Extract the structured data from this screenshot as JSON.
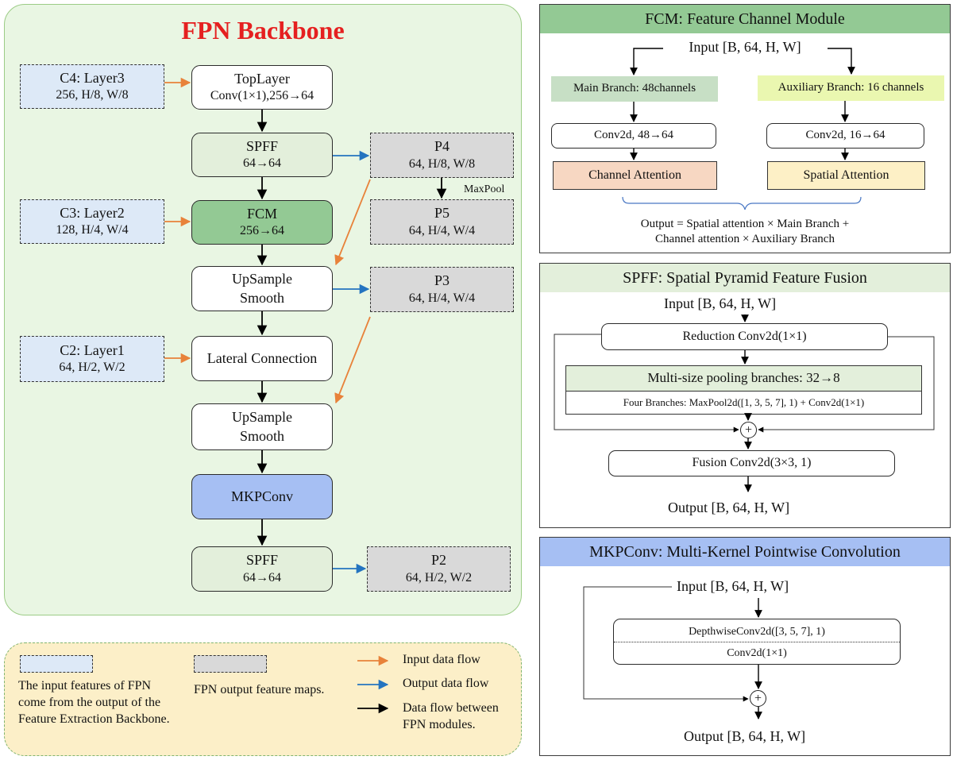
{
  "fpn": {
    "title": "FPN Backbone",
    "c4": {
      "name": "C4: Layer3",
      "dims": "256, H/8, W/8"
    },
    "c3": {
      "name": "C3: Layer2",
      "dims": "128, H/4, W/4"
    },
    "c2": {
      "name": "C2: Layer1",
      "dims": "64, H/2, W/2"
    },
    "toplayer": {
      "name": "TopLayer",
      "detail": "Conv(1×1),256→64"
    },
    "spff1": {
      "name": "SPFF",
      "detail": "64→64"
    },
    "fcm": {
      "name": "FCM",
      "detail": "256→64"
    },
    "up1": {
      "line1": "UpSample",
      "line2": "Smooth"
    },
    "lateral": {
      "name": "Lateral Connection"
    },
    "up2": {
      "line1": "UpSample",
      "line2": "Smooth"
    },
    "mkpconv": {
      "name": "MKPConv"
    },
    "spff2": {
      "name": "SPFF",
      "detail": "64→64"
    },
    "p4": {
      "name": "P4",
      "dims": "64, H/8, W/8"
    },
    "maxpool": "MaxPool",
    "p5": {
      "name": "P5",
      "dims": "64, H/4, W/4"
    },
    "p3": {
      "name": "P3",
      "dims": "64, H/4, W/4"
    },
    "p2": {
      "name": "P2",
      "dims": "64, H/2, W/2"
    }
  },
  "legend": {
    "input_desc": "The input features of FPN come from the output of the Feature Extraction Backbone.",
    "output_desc": "FPN output feature maps.",
    "input_flow": "Input data flow",
    "output_flow": "Output data flow",
    "module_flow": "Data flow between FPN modules."
  },
  "fcm_panel": {
    "title": "FCM: Feature Channel Module",
    "input": "Input [B, 64, H, W]",
    "main_branch": "Main Branch: 48channels",
    "aux_branch": "Auxiliary Branch: 16 channels",
    "main_conv": "Conv2d, 48→64",
    "aux_conv": "Conv2d, 16→64",
    "channel_attention": "Channel Attention",
    "spatial_attention": "Spatial Attention",
    "output_line1": "Output = Spatial attention × Main Branch +",
    "output_line2": "Channel attention × Auxiliary Branch"
  },
  "spff_panel": {
    "title": "SPFF: Spatial Pyramid Feature Fusion",
    "input": "Input [B, 64, H, W]",
    "reduction": "Reduction Conv2d(1×1)",
    "pooling": "Multi-size pooling branches: 32→8",
    "branches": "Four Branches: MaxPool2d([1, 3, 5, 7], 1) + Conv2d(1×1)",
    "plus": "+",
    "fusion": "Fusion Conv2d(3×3, 1)",
    "output": "Output [B, 64, H, W]"
  },
  "mkp_panel": {
    "title": "MKPConv: Multi-Kernel Pointwise Convolution",
    "input": "Input [B, 64, H, W]",
    "depthwise": "DepthwiseConv2d([3, 5, 7], 1)",
    "pointwise": "Conv2d(1×1)",
    "plus": "+",
    "output": "Output [B, 64, H, W]"
  },
  "colors": {
    "input_arrow": "#e8823a",
    "output_arrow": "#2474c0",
    "module_arrow": "#000000",
    "title_red": "#e52020"
  }
}
